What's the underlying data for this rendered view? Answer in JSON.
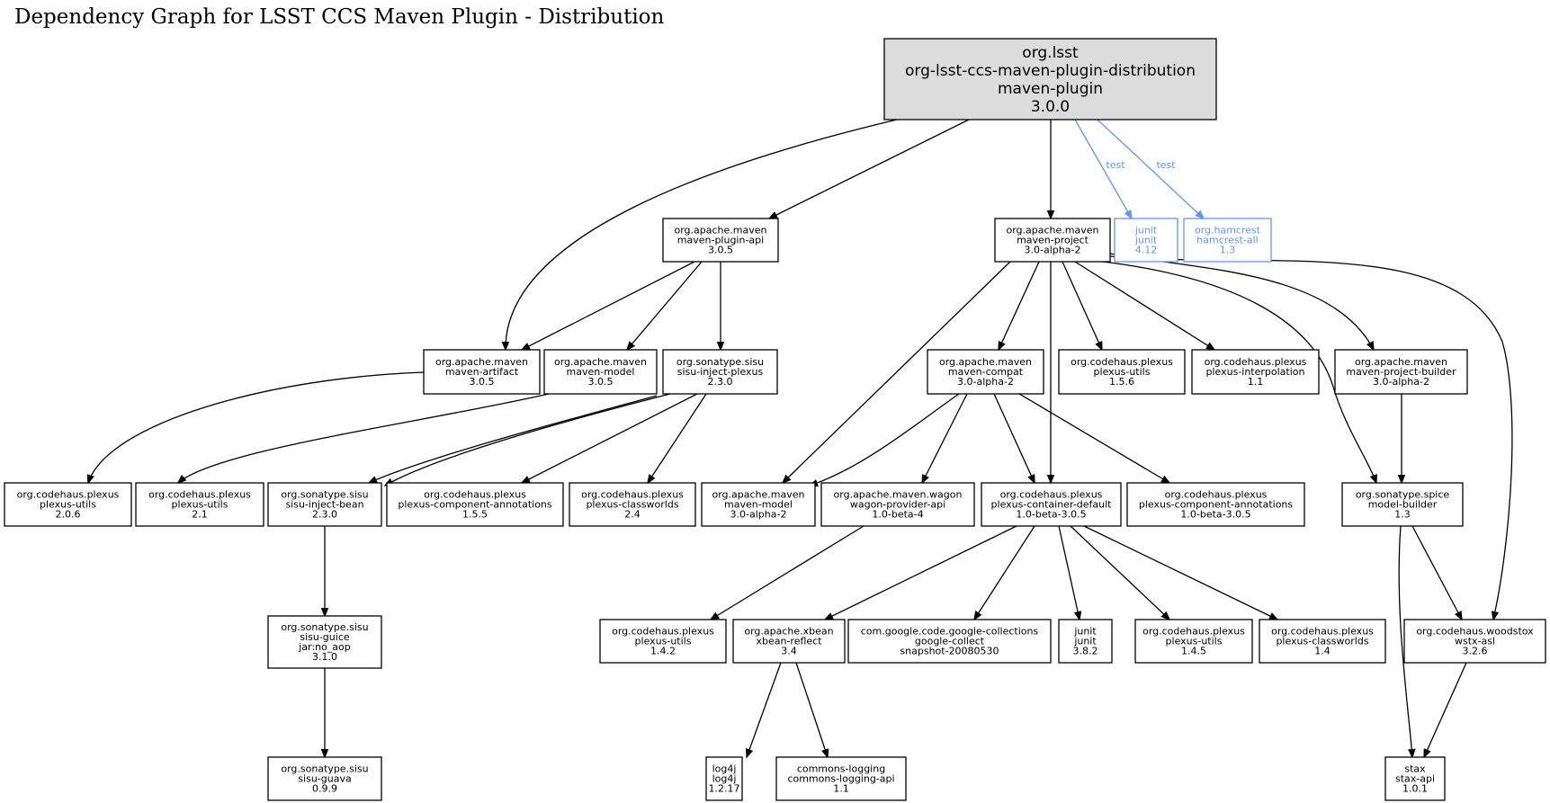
{
  "title": "Dependency Graph for LSST CCS Maven Plugin - Distribution",
  "colors": {
    "test": "#6495ed",
    "root_fill": "#dcdcdc"
  },
  "nodes": [
    {
      "id": "root",
      "lines": [
        "org.lsst",
        "org-lsst-ccs-maven-plugin-distribution",
        "maven-plugin",
        "3.0.0"
      ],
      "kind": "root"
    },
    {
      "id": "plugin_api",
      "lines": [
        "org.apache.maven",
        "maven-plugin-api",
        "3.0.5"
      ]
    },
    {
      "id": "maven_project",
      "lines": [
        "org.apache.maven",
        "maven-project",
        "3.0-alpha-2"
      ]
    },
    {
      "id": "junit412",
      "lines": [
        "junit",
        "junit",
        "4.12"
      ],
      "kind": "test"
    },
    {
      "id": "hamcrest",
      "lines": [
        "org.hamcrest",
        "hamcrest-all",
        "1.3"
      ],
      "kind": "test"
    },
    {
      "id": "maven_artifact",
      "lines": [
        "org.apache.maven",
        "maven-artifact",
        "3.0.5"
      ]
    },
    {
      "id": "maven_model305",
      "lines": [
        "org.apache.maven",
        "maven-model",
        "3.0.5"
      ]
    },
    {
      "id": "sisu_inject_plexus",
      "lines": [
        "org.sonatype.sisu",
        "sisu-inject-plexus",
        "2.3.0"
      ]
    },
    {
      "id": "maven_compat",
      "lines": [
        "org.apache.maven",
        "maven-compat",
        "3.0-alpha-2"
      ]
    },
    {
      "id": "plexus_utils156",
      "lines": [
        "org.codehaus.plexus",
        "plexus-utils",
        "1.5.6"
      ]
    },
    {
      "id": "plexus_interp",
      "lines": [
        "org.codehaus.plexus",
        "plexus-interpolation",
        "1.1"
      ]
    },
    {
      "id": "project_builder",
      "lines": [
        "org.apache.maven",
        "maven-project-builder",
        "3.0-alpha-2"
      ]
    },
    {
      "id": "plexus_utils206",
      "lines": [
        "org.codehaus.plexus",
        "plexus-utils",
        "2.0.6"
      ]
    },
    {
      "id": "plexus_utils21",
      "lines": [
        "org.codehaus.plexus",
        "plexus-utils",
        "2.1"
      ]
    },
    {
      "id": "sisu_inject_bean",
      "lines": [
        "org.sonatype.sisu",
        "sisu-inject-bean",
        "2.3.0"
      ]
    },
    {
      "id": "pca155",
      "lines": [
        "org.codehaus.plexus",
        "plexus-component-annotations",
        "1.5.5"
      ]
    },
    {
      "id": "classworlds24",
      "lines": [
        "org.codehaus.plexus",
        "plexus-classworlds",
        "2.4"
      ]
    },
    {
      "id": "maven_model_alpha",
      "lines": [
        "org.apache.maven",
        "maven-model",
        "3.0-alpha-2"
      ]
    },
    {
      "id": "wagon",
      "lines": [
        "org.apache.maven.wagon",
        "wagon-provider-api",
        "1.0-beta-4"
      ]
    },
    {
      "id": "container",
      "lines": [
        "org.codehaus.plexus",
        "plexus-container-default",
        "1.0-beta-3.0.5"
      ]
    },
    {
      "id": "pca_beta",
      "lines": [
        "org.codehaus.plexus",
        "plexus-component-annotations",
        "1.0-beta-3.0.5"
      ]
    },
    {
      "id": "model_builder",
      "lines": [
        "org.sonatype.spice",
        "model-builder",
        "1.3"
      ]
    },
    {
      "id": "sisu_guice",
      "lines": [
        "org.sonatype.sisu",
        "sisu-guice",
        "jar:no_aop",
        "3.1.0"
      ]
    },
    {
      "id": "plexus_utils142",
      "lines": [
        "org.codehaus.plexus",
        "plexus-utils",
        "1.4.2"
      ]
    },
    {
      "id": "xbean",
      "lines": [
        "org.apache.xbean",
        "xbean-reflect",
        "3.4"
      ]
    },
    {
      "id": "google_collect",
      "lines": [
        "com.google.code.google-collections",
        "google-collect",
        "snapshot-20080530"
      ]
    },
    {
      "id": "junit382",
      "lines": [
        "junit",
        "junit",
        "3.8.2"
      ]
    },
    {
      "id": "plexus_utils145",
      "lines": [
        "org.codehaus.plexus",
        "plexus-utils",
        "1.4.5"
      ]
    },
    {
      "id": "classworlds14",
      "lines": [
        "org.codehaus.plexus",
        "plexus-classworlds",
        "1.4"
      ]
    },
    {
      "id": "wstx",
      "lines": [
        "org.codehaus.woodstox",
        "wstx-asl",
        "3.2.6"
      ]
    },
    {
      "id": "sisu_guava",
      "lines": [
        "org.sonatype.sisu",
        "sisu-guava",
        "0.9.9"
      ]
    },
    {
      "id": "log4j",
      "lines": [
        "log4j",
        "log4j",
        "1.2.17"
      ]
    },
    {
      "id": "commons_logging",
      "lines": [
        "commons-logging",
        "commons-logging-api",
        "1.1"
      ]
    },
    {
      "id": "stax",
      "lines": [
        "stax",
        "stax-api",
        "1.0.1"
      ]
    }
  ],
  "edges": [
    {
      "from": "root",
      "to": "maven_artifact"
    },
    {
      "from": "root",
      "to": "plugin_api"
    },
    {
      "from": "root",
      "to": "maven_project"
    },
    {
      "from": "root",
      "to": "junit412",
      "label": "test",
      "kind": "test"
    },
    {
      "from": "root",
      "to": "hamcrest",
      "label": "test",
      "kind": "test"
    },
    {
      "from": "plugin_api",
      "to": "maven_artifact"
    },
    {
      "from": "plugin_api",
      "to": "maven_model305"
    },
    {
      "from": "plugin_api",
      "to": "sisu_inject_plexus"
    },
    {
      "from": "maven_project",
      "to": "maven_model_alpha"
    },
    {
      "from": "maven_project",
      "to": "maven_compat"
    },
    {
      "from": "maven_project",
      "to": "container"
    },
    {
      "from": "maven_project",
      "to": "plexus_utils156"
    },
    {
      "from": "maven_project",
      "to": "plexus_interp"
    },
    {
      "from": "maven_project",
      "to": "model_builder"
    },
    {
      "from": "maven_project",
      "to": "project_builder"
    },
    {
      "from": "maven_project",
      "to": "wstx"
    },
    {
      "from": "maven_artifact",
      "to": "plexus_utils206"
    },
    {
      "from": "maven_model305",
      "to": "plexus_utils21"
    },
    {
      "from": "sisu_inject_plexus",
      "to": "sisu_inject_bean"
    },
    {
      "from": "sisu_inject_plexus",
      "to": "sisu_inject_bean"
    },
    {
      "from": "sisu_inject_plexus",
      "to": "pca155"
    },
    {
      "from": "sisu_inject_plexus",
      "to": "classworlds24"
    },
    {
      "from": "maven_compat",
      "to": "maven_model_alpha"
    },
    {
      "from": "maven_compat",
      "to": "wagon"
    },
    {
      "from": "maven_compat",
      "to": "container"
    },
    {
      "from": "maven_compat",
      "to": "pca_beta"
    },
    {
      "from": "project_builder",
      "to": "model_builder"
    },
    {
      "from": "sisu_inject_bean",
      "to": "sisu_guice"
    },
    {
      "from": "wagon",
      "to": "plexus_utils142"
    },
    {
      "from": "container",
      "to": "xbean"
    },
    {
      "from": "container",
      "to": "google_collect"
    },
    {
      "from": "container",
      "to": "junit382"
    },
    {
      "from": "container",
      "to": "plexus_utils145"
    },
    {
      "from": "container",
      "to": "classworlds14"
    },
    {
      "from": "model_builder",
      "to": "wstx"
    },
    {
      "from": "model_builder",
      "to": "stax"
    },
    {
      "from": "sisu_guice",
      "to": "sisu_guava"
    },
    {
      "from": "xbean",
      "to": "log4j"
    },
    {
      "from": "xbean",
      "to": "commons_logging"
    },
    {
      "from": "wstx",
      "to": "stax"
    }
  ]
}
